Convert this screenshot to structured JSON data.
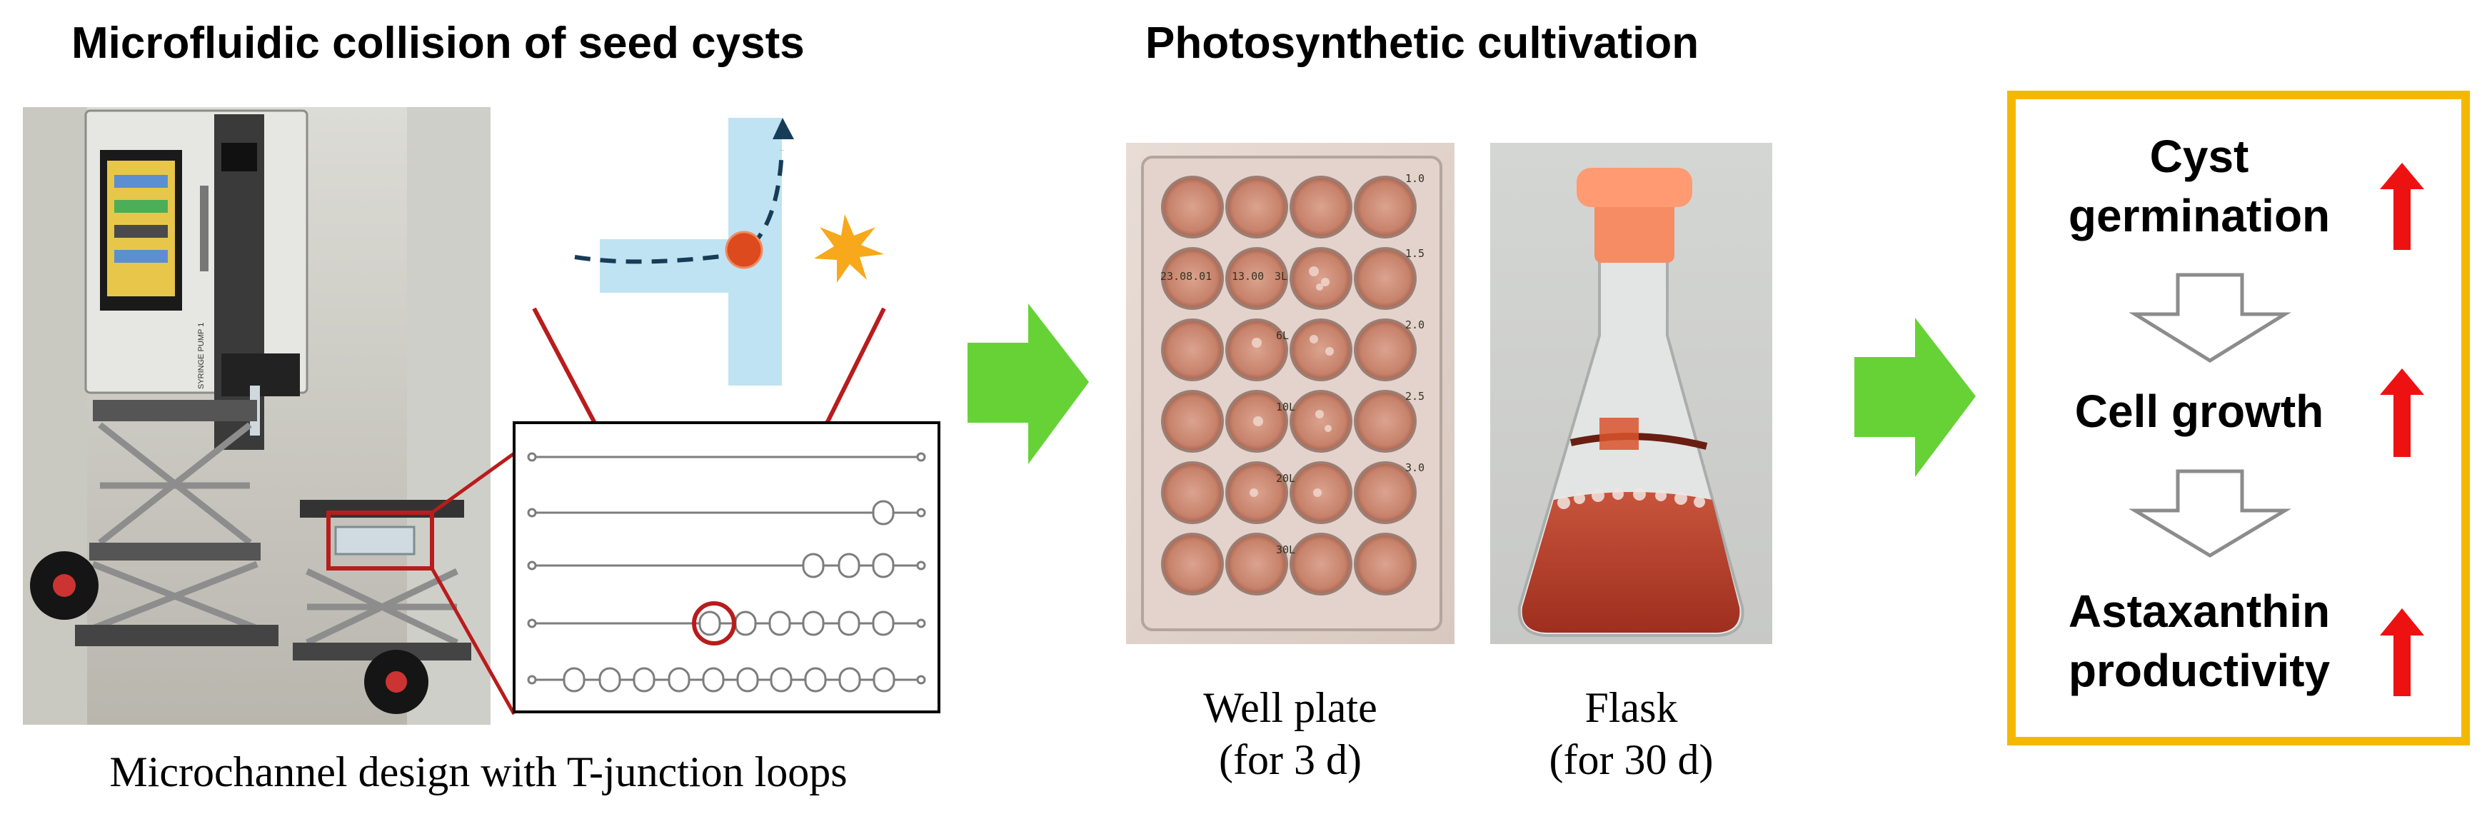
{
  "sections": {
    "microfluidic": {
      "title": "Microfluidic collision of seed cysts",
      "caption": "Microchannel design with T-junction loops"
    },
    "cultivation": {
      "title": "Photosynthetic  cultivation",
      "well_plate_line1": "Well plate",
      "well_plate_line2": "(for 3 d)",
      "flask_line1": "Flask",
      "flask_line2": "(for 30 d)"
    }
  },
  "outcomes": {
    "items": [
      {
        "line1": "Cyst",
        "line2": "germination"
      },
      {
        "line1": "Cell  growth",
        "line2": ""
      },
      {
        "line1": "Astaxanthin",
        "line2": "productivity"
      }
    ],
    "border_color": "#F5B800",
    "arrow_up_color": "#EE1111"
  },
  "flow_arrow_color": "#66D236",
  "pump_screen_labels": [
    "SYRINGE PUMP 1"
  ],
  "plate_labels": [
    "1.0",
    "1.5",
    "2.0",
    "2.5",
    "3.0",
    "23.08.01",
    "13.00",
    "3L",
    "6L",
    "10L",
    "20L",
    "30L"
  ]
}
